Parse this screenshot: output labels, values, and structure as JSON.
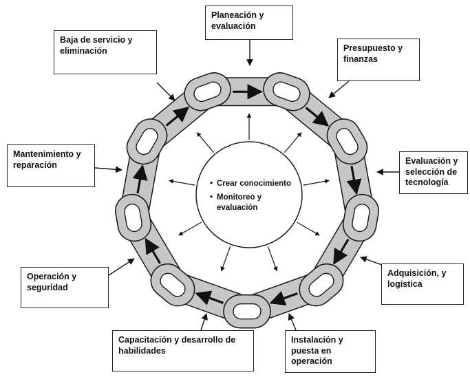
{
  "center": {
    "items": [
      "Crear conocimiento",
      "Monitoreo y evaluación"
    ],
    "item1_line1": "Crear conocimiento",
    "item2_line1": "Monitoreo y",
    "item2_line2": "evaluación"
  },
  "stages": {
    "planeacion": "Planeación y evaluación",
    "presupuesto": "Presupuesto y finanzas",
    "evaluacion_tecnologia": "Evaluación y selección de tecnología",
    "adquisicion": "Adquisición, y logística",
    "instalacion": "Instalación y puesta en operación",
    "capacitacion": "Capacitación y desarrollo de habilidades",
    "operacion": "Operación y seguridad",
    "mantenimiento": "Mantenimiento y reparación",
    "baja": "Baja de servicio y eliminación"
  },
  "colors": {
    "link_fill": "#c7c7c7",
    "link_stroke": "#1a1a1a",
    "arrow": "#111111",
    "box_border": "#222222"
  }
}
